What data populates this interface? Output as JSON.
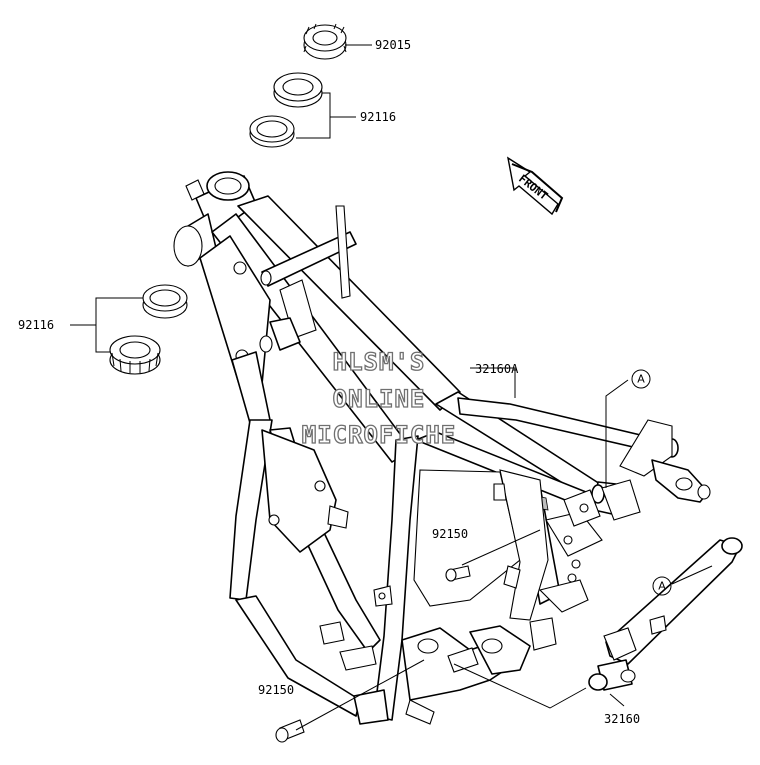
{
  "parts": {
    "steering_stem_nut": "92015",
    "upper_race_bearing": "92116",
    "lower_race_bearing": "92116",
    "main_frame": "32160A",
    "bolt_upper": "92150",
    "bolt_lower": "92150",
    "sub_frame": "32160"
  },
  "callouts": {
    "frame_ref": "A",
    "subframe_ref": "A"
  },
  "direction": {
    "front_label": "FRONT"
  },
  "watermark": {
    "line1": "HLSM'S",
    "line2": "ONLINE",
    "line3": "MICROFICHE"
  }
}
